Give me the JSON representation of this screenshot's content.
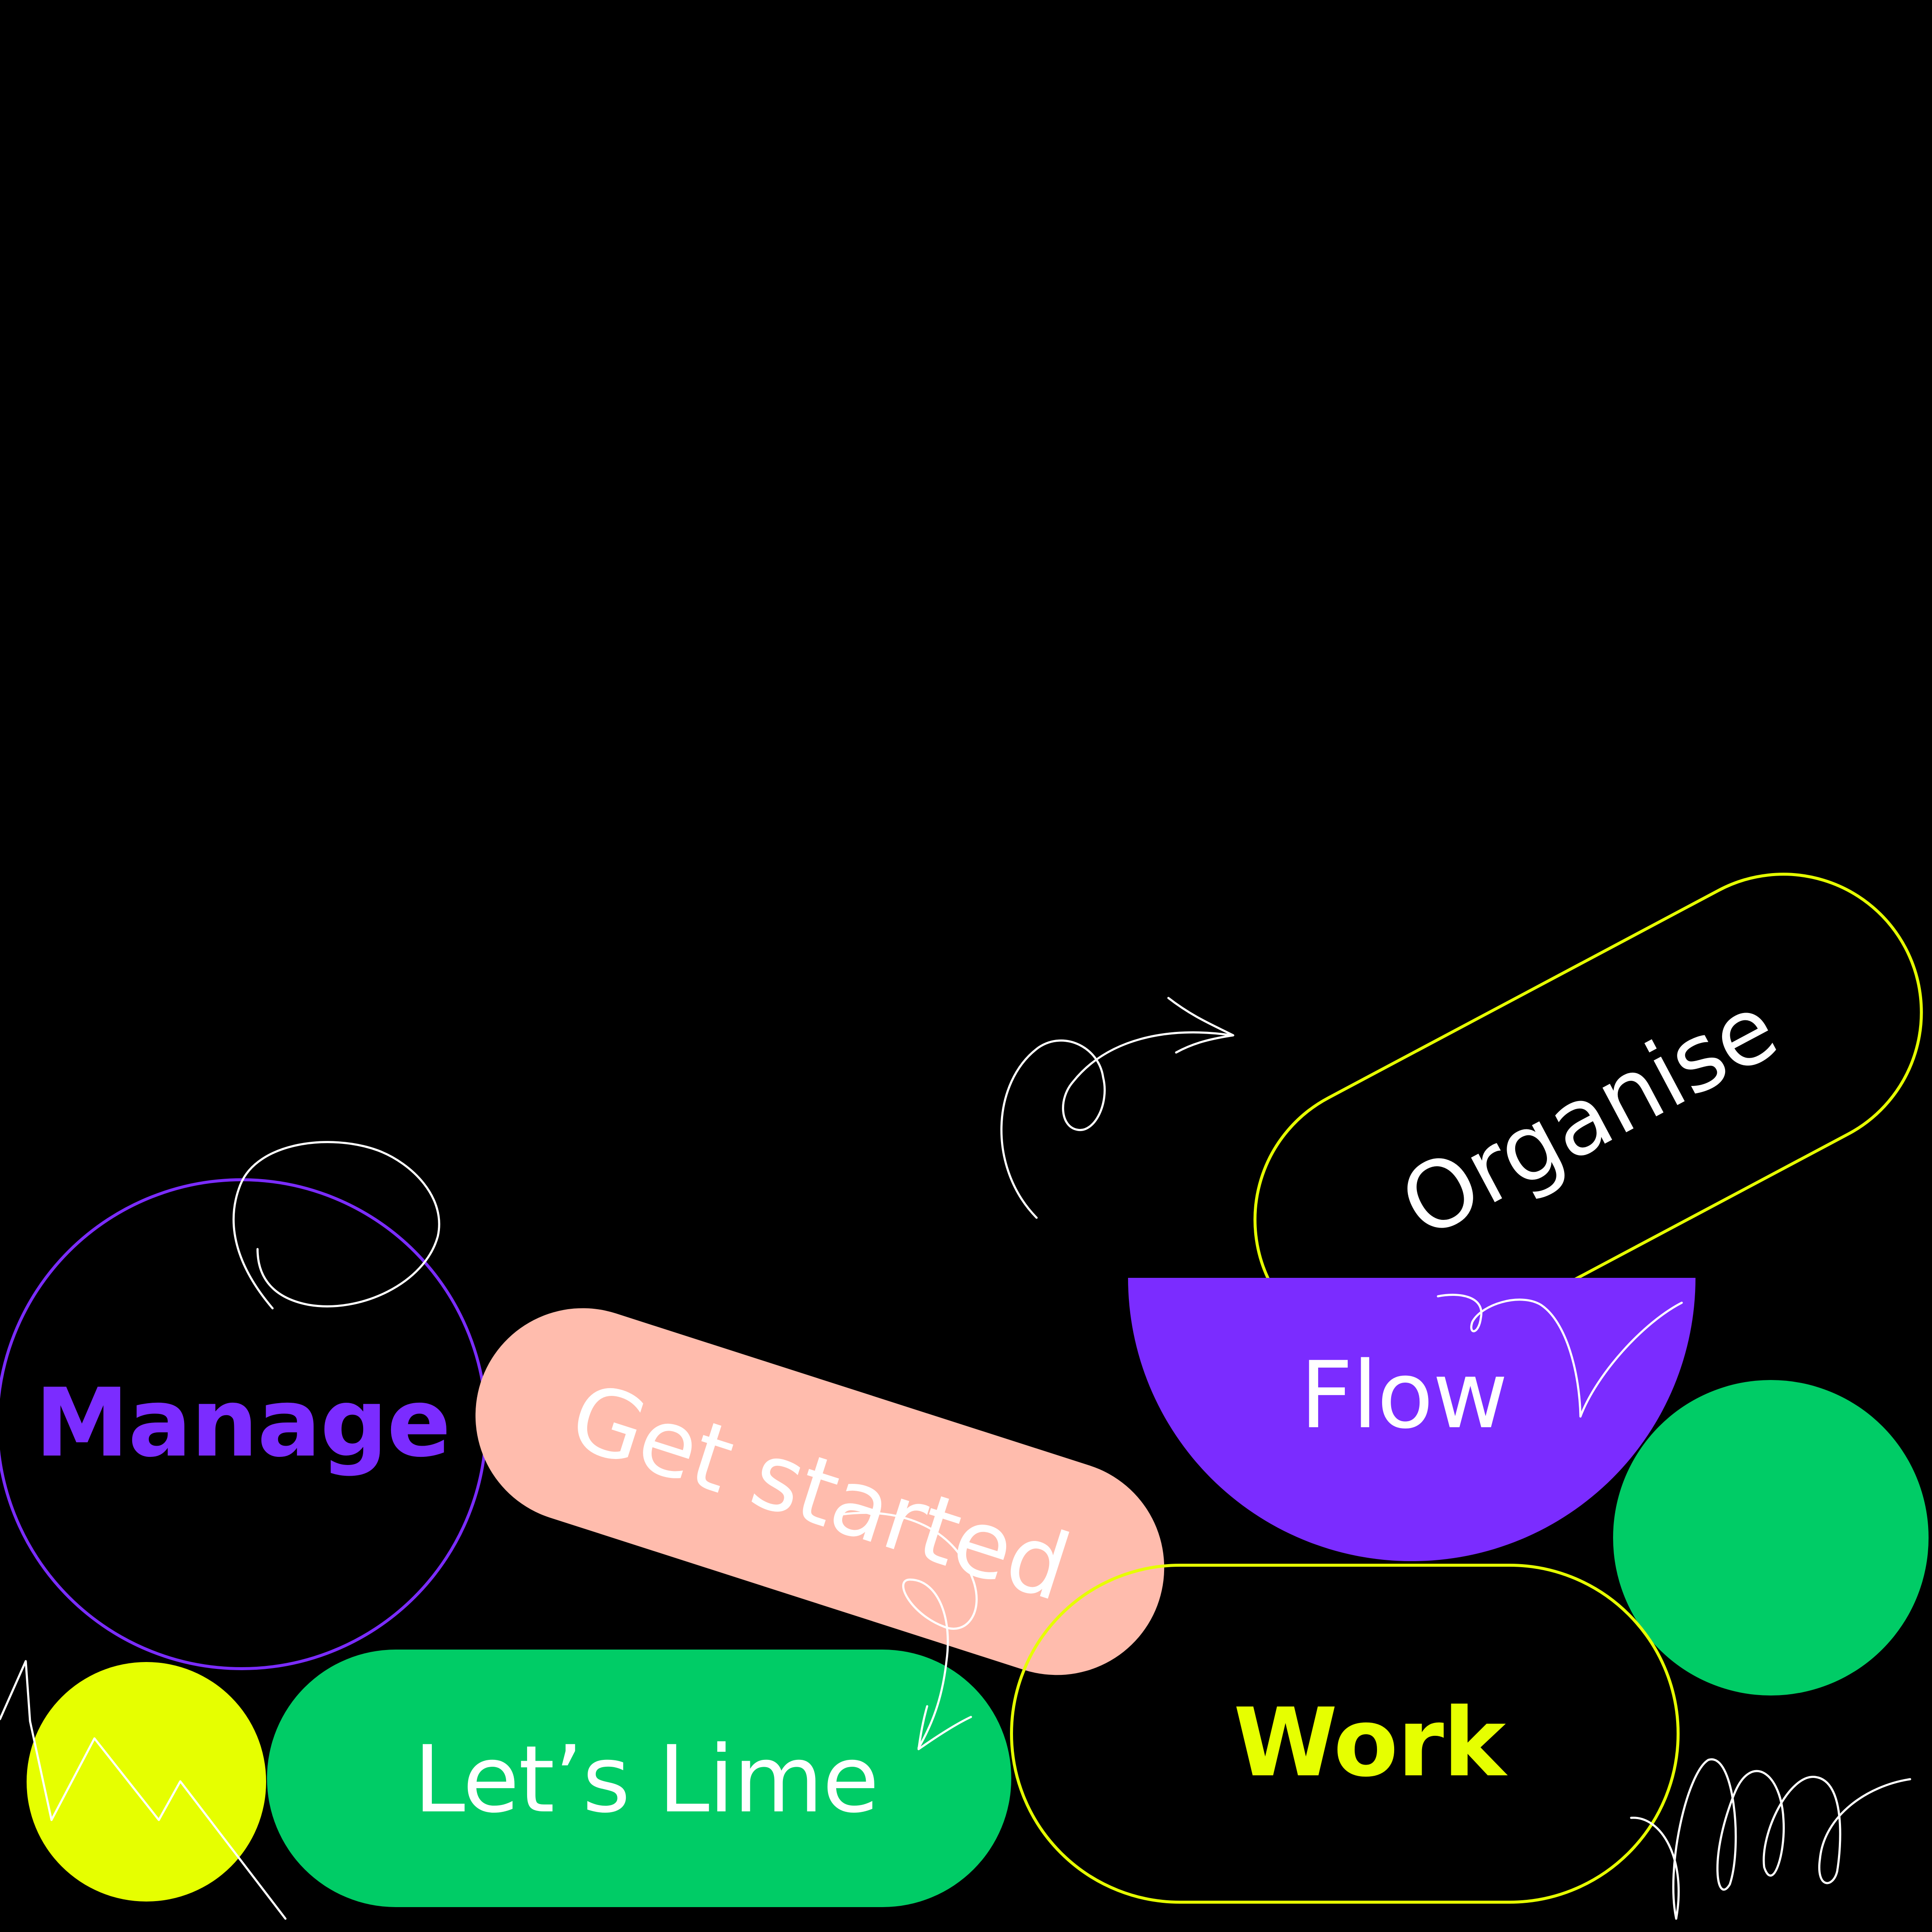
{
  "colors": {
    "background": "#000000",
    "purple": "#7b2cff",
    "lime": "#e6ff00",
    "green": "#00cc66",
    "peach": "#ffbcad",
    "white": "#ffffff"
  },
  "labels": {
    "organise": "Organise",
    "get_started": "Get started",
    "flow": "Flow",
    "manage": "Manage",
    "work": "Work",
    "lets_lime": "Let’s Lime"
  }
}
